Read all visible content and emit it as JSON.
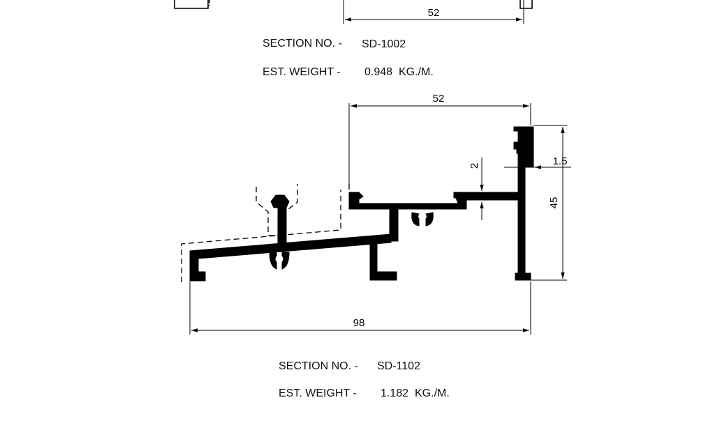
{
  "upper_section": {
    "width_dim": "52",
    "section_label": "SECTION NO. -",
    "section_no": "SD-1002",
    "weight_label": "EST. WEIGHT -",
    "weight_value": "0.948",
    "weight_unit": "KG./M."
  },
  "lower_section": {
    "dims": {
      "top_width": "52",
      "wall_thickness": "2",
      "lip": "1.5",
      "height": "45",
      "overall_width": "98"
    },
    "section_label": "SECTION NO. -",
    "section_no": "SD-1102",
    "weight_label": "EST. WEIGHT -",
    "weight_value": "1.182",
    "weight_unit": "KG./M."
  },
  "colors": {
    "profile": "#000000",
    "background": "#ffffff"
  }
}
